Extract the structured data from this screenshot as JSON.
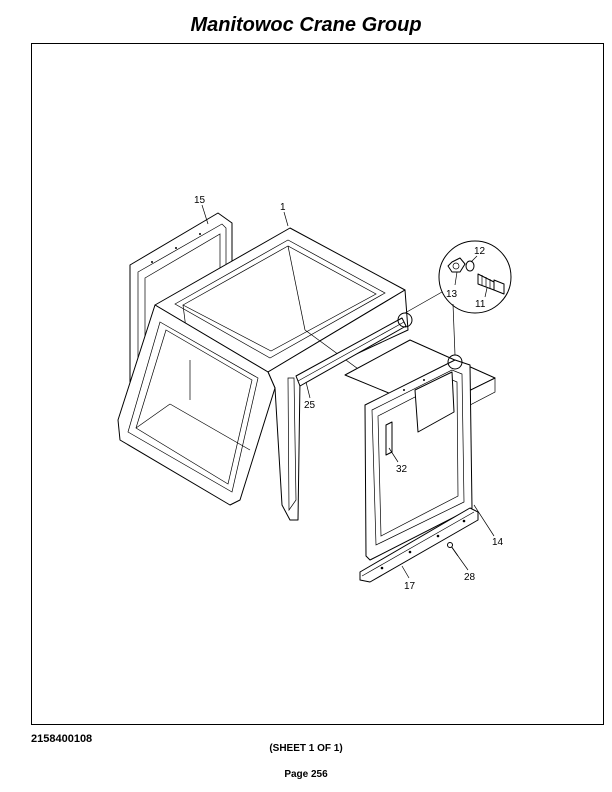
{
  "header": {
    "title": "Manitowoc Crane Group"
  },
  "footer": {
    "part_number": "2158400108",
    "sheet": "(SHEET 1 OF 1)",
    "page": "Page 256"
  },
  "callouts": {
    "c1": "1",
    "c11": "11",
    "c12": "12",
    "c13": "13",
    "c14": "14",
    "c15": "15",
    "c17": "17",
    "c25": "25",
    "c28": "28",
    "c32": "32"
  }
}
